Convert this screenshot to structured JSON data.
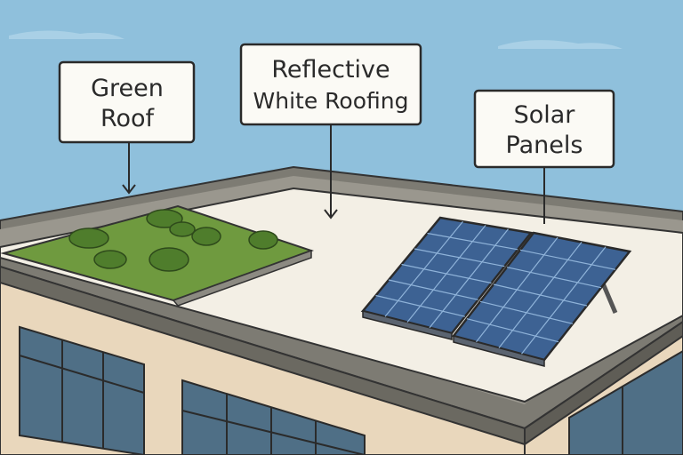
{
  "labels": {
    "green_roof": [
      "Green",
      "Roof"
    ],
    "reflective_roofing": [
      "Reflective",
      "White Roofing"
    ],
    "solar_panels": [
      "Solar",
      "Panels"
    ]
  },
  "colors": {
    "sky": "#8fc0dc",
    "facade": "#e9d7bc",
    "parapet": "#7d7b73",
    "roof_surface": "#f3efe5",
    "green_roof": "#6f9a3f",
    "solar_panel": "#3d6293",
    "window": "#4f6f86"
  }
}
